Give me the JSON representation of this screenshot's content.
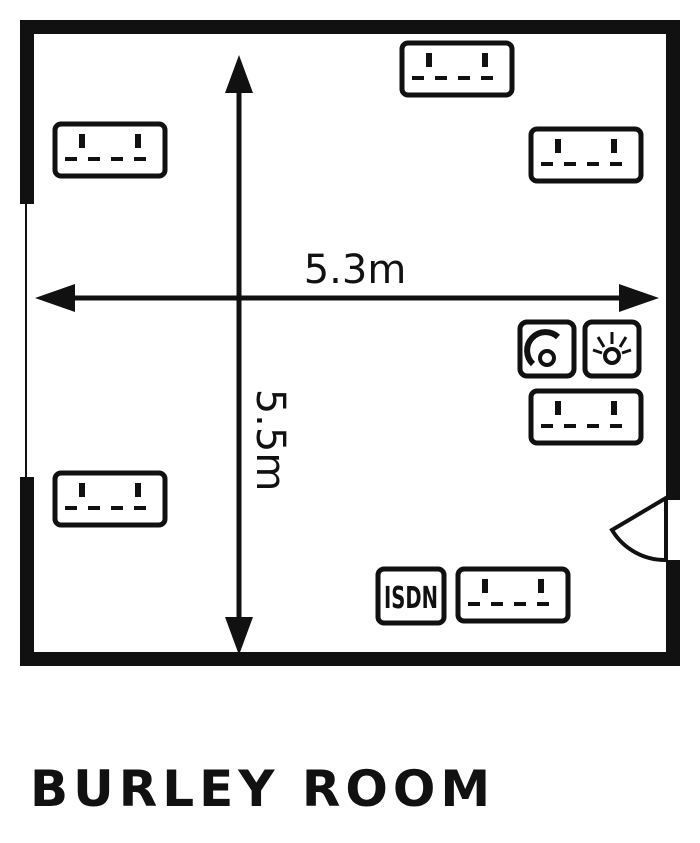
{
  "room": {
    "name": "BURLEY ROOM"
  },
  "dimensions": {
    "width_label": "5.3m",
    "length_label": "5.5m"
  },
  "outlets": {
    "isdn_label": "ISDN"
  },
  "icons": {
    "socket": "double-power-socket-icon",
    "phone": "telephone-socket-icon",
    "light": "light-switch-icon",
    "isdn": "isdn-socket-icon"
  },
  "colors": {
    "ink": "#111111",
    "paper": "#ffffff"
  }
}
